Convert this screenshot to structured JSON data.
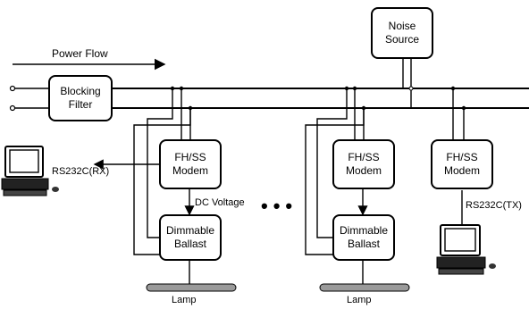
{
  "labels": {
    "power_flow": "Power Flow",
    "rs232c_rx": "RS232C(RX)",
    "rs232c_tx": "RS232C(TX)",
    "dc_voltage": "DC Voltage",
    "ellipsis": "•••",
    "lamp_left": "Lamp",
    "lamp_right": "Lamp"
  },
  "blocks": {
    "blocking_filter": "Blocking\nFilter",
    "noise_source": "Noise\nSource",
    "modem_left": "FH/SS\nModem",
    "modem_mid": "FH/SS\nModem",
    "modem_right": "FH/SS\nModem",
    "ballast_left": "Dimmable\nBallast",
    "ballast_right": "Dimmable\nBallast"
  },
  "icons": [
    "computer-rx-icon",
    "computer-tx-icon"
  ],
  "colors": {
    "line": "#000000",
    "lamp": "#9a9a9a"
  }
}
